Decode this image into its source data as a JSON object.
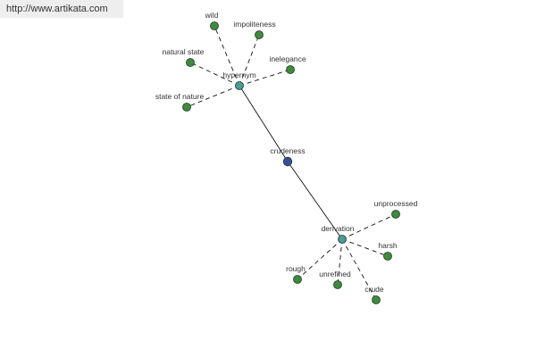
{
  "site_link": {
    "text": "http://www.artikata.com"
  },
  "colors": {
    "center_node": "#3b4b9b",
    "relation_node": "#4d9a9a",
    "leaf_node": "#3f8a3f",
    "node_stroke": "#1f3a1f",
    "edge": "#111111"
  },
  "graph": {
    "center": {
      "id": "crudeness",
      "label": "crudeness"
    },
    "relations": [
      {
        "id": "hypernym",
        "label": "hypernym",
        "terms": [
          "wild",
          "impoliteness",
          "natural state",
          "inelegance",
          "state of nature"
        ]
      },
      {
        "id": "derivation",
        "label": "derivation",
        "terms": [
          "unprocessed",
          "harsh",
          "crude",
          "unrefined",
          "rough"
        ]
      }
    ]
  }
}
